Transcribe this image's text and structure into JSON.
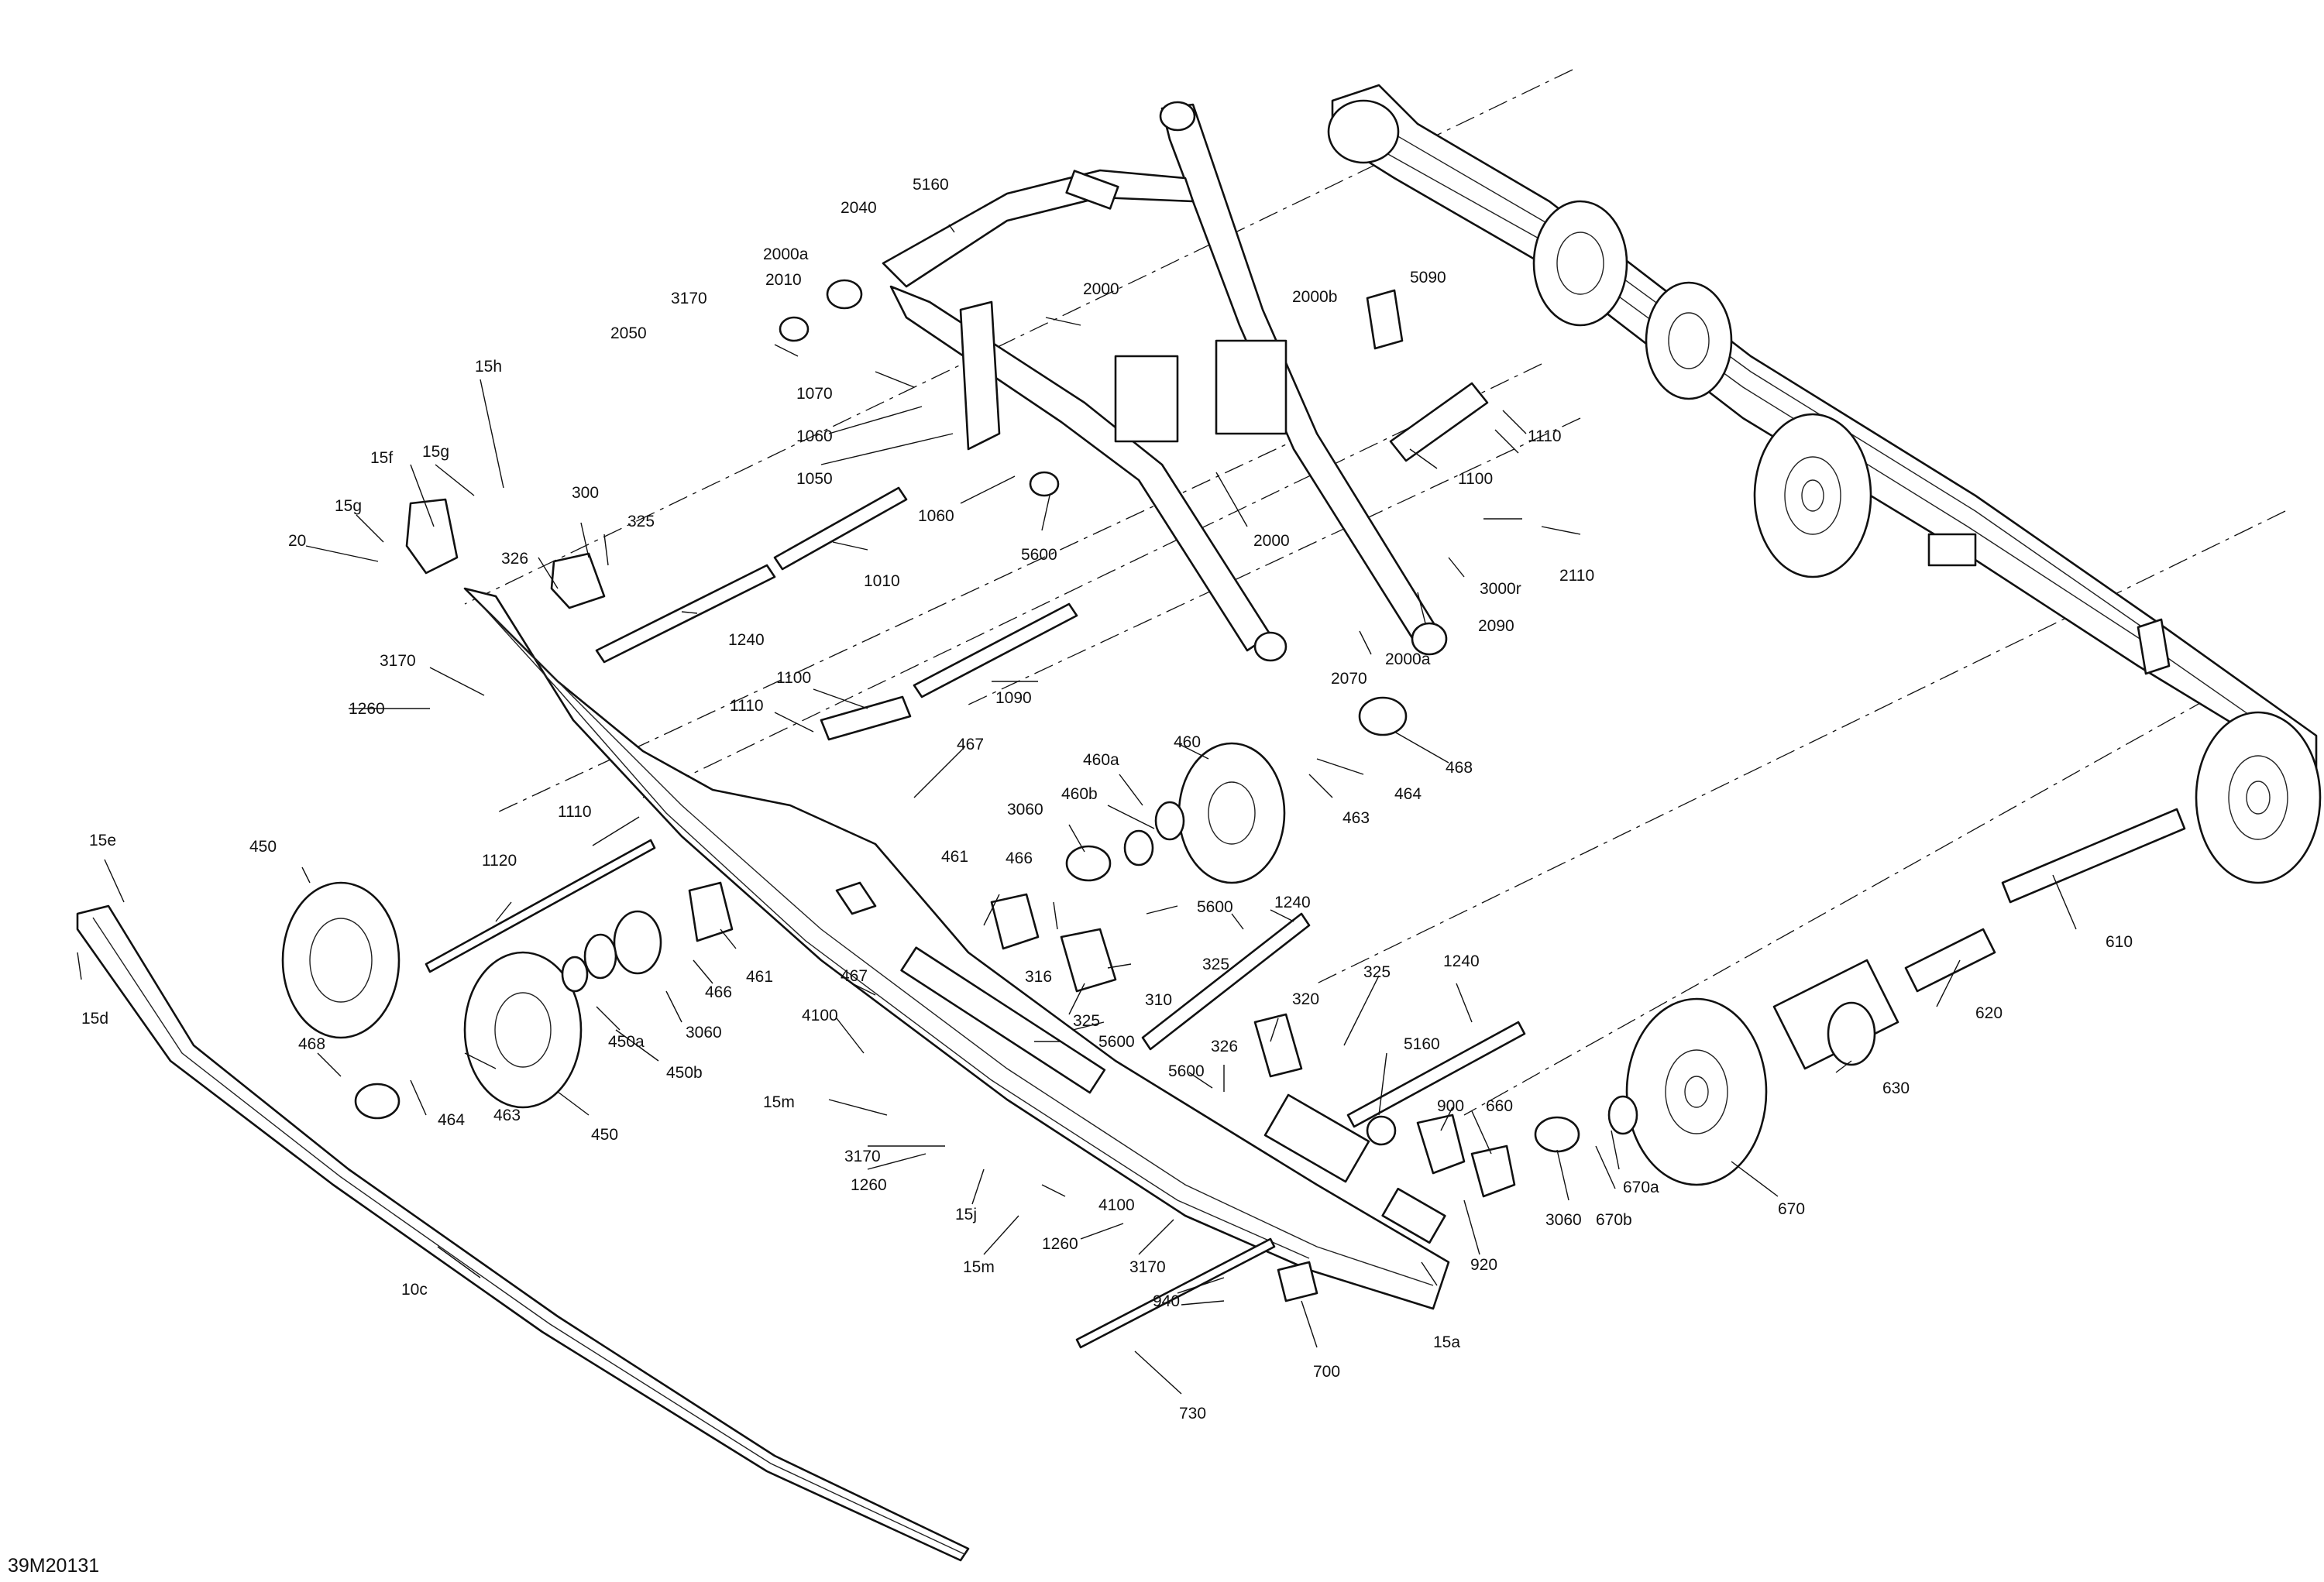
{
  "drawing": {
    "number": "39M20131",
    "colors": {
      "line": "#111111",
      "background": "#ffffff"
    }
  },
  "callouts": {
    "c_2040": "2040",
    "c_5160_top": "5160",
    "c_2000a_top": "2000a",
    "c_2010": "2010",
    "c_3170_top": "3170",
    "c_2050": "2050",
    "c_2000_top": "2000",
    "c_2000b": "2000b",
    "c_5090": "5090",
    "c_1070": "1070",
    "c_1060_a": "1060",
    "c_1050": "1050",
    "c_1060_b": "1060",
    "c_5600_top": "5600",
    "c_2000_mid": "2000",
    "c_1110_right": "1110",
    "c_1100_right": "1100",
    "c_2110": "2110",
    "c_3000r": "3000r",
    "c_2090": "2090",
    "c_2000a_bot": "2000a",
    "c_2070": "2070",
    "c_15h": "15h",
    "c_15f": "15f",
    "c_15g_upper": "15g",
    "c_15g_lower": "15g",
    "c_20": "20",
    "c_300": "300",
    "c_325_top": "325",
    "c_326_top": "326",
    "c_1010": "1010",
    "c_1240_left": "1240",
    "c_3170_left": "3170",
    "c_1260_left": "1260",
    "c_1110_mid": "1110",
    "c_1100_mid": "1100",
    "c_1090": "1090",
    "c_460": "460",
    "c_460a": "460a",
    "c_460b": "460b",
    "c_3060_mid": "3060",
    "c_464_right": "464",
    "c_468_right": "468",
    "c_463_right": "463",
    "c_467_top": "467",
    "c_1110_low": "1110",
    "c_15e": "15e",
    "c_450_left": "450",
    "c_1120": "1120",
    "c_461_mid": "461",
    "c_466_mid": "466",
    "c_5600_mid": "5600",
    "c_1240_mid": "1240",
    "c_325_mid": "325",
    "c_310": "310",
    "c_316": "316",
    "c_325_low": "325",
    "c_5600_low": "5600",
    "c_320": "320",
    "c_325_right": "325",
    "c_326_low": "326",
    "c_5600_bot": "5600",
    "c_1240_right": "1240",
    "c_5160_low": "5160",
    "c_900": "900",
    "c_660": "660",
    "c_15d": "15d",
    "c_468_left": "468",
    "c_464_left": "464",
    "c_463_left": "463",
    "c_450_bot": "450",
    "c_450a": "450a",
    "c_450b": "450b",
    "c_3060_left": "3060",
    "c_466_left": "466",
    "c_461_left": "461",
    "c_467_low": "467",
    "c_4100_left": "4100",
    "c_15m_upper": "15m",
    "c_3170_bot": "3170",
    "c_1260_bot": "1260",
    "c_15j": "15j",
    "c_4100_bot": "4100",
    "c_15m_lower": "15m",
    "c_1260_low": "1260",
    "c_3170_low": "3170",
    "c_940": "940",
    "c_730": "730",
    "c_700": "700",
    "c_15a": "15a",
    "c_920": "920",
    "c_3060_right": "3060",
    "c_670b": "670b",
    "c_670a": "670a",
    "c_670": "670",
    "c_630": "630",
    "c_620": "620",
    "c_610": "610",
    "c_10c": "10c"
  }
}
